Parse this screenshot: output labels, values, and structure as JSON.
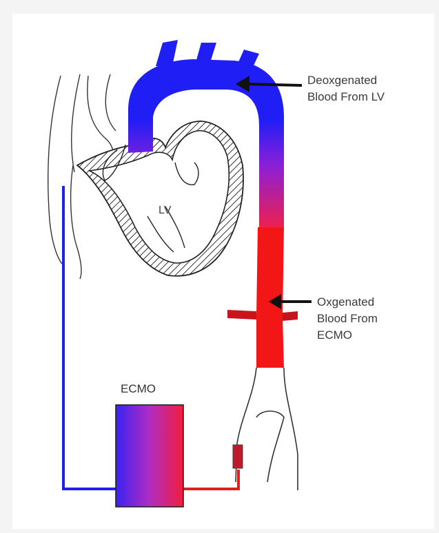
{
  "labels": {
    "lv": "LV",
    "ecmo": "ECMO",
    "deoxygenated": "Deoxgenated\nBlood From LV",
    "oxygenated": "Oxgenated\nBlood From\nECMO"
  },
  "colors": {
    "deoxygenated_blue": "#1e1ef5",
    "oxygenated_red": "#f21616",
    "outline": "#222222"
  }
}
